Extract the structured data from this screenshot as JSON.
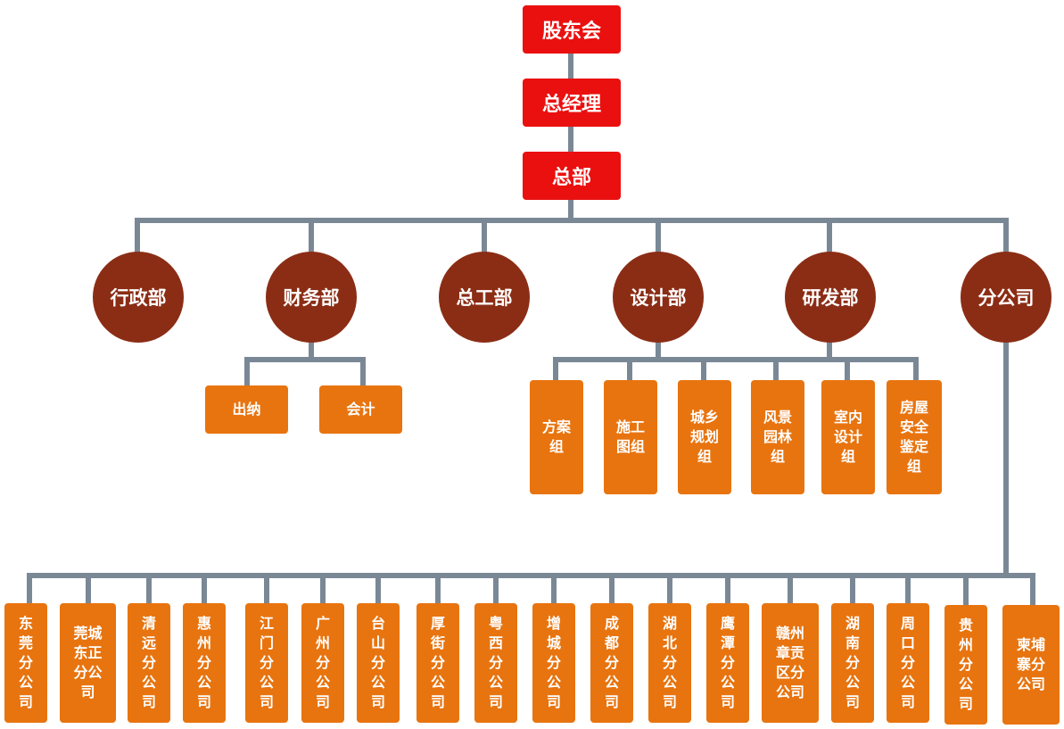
{
  "top": {
    "shareholders": "股东会",
    "general_manager": "总经理",
    "headquarters": "总部"
  },
  "departments": [
    {
      "label": "行政部"
    },
    {
      "label": "财务部"
    },
    {
      "label": "总工部"
    },
    {
      "label": "设计部"
    },
    {
      "label": "研发部"
    },
    {
      "label": "分公司"
    }
  ],
  "finance_units": [
    {
      "label": "出纳"
    },
    {
      "label": "会计"
    }
  ],
  "design_groups": [
    {
      "label": "方案\n组"
    },
    {
      "label": "施工\n图组"
    },
    {
      "label": "城乡\n规划\n组"
    },
    {
      "label": "风景\n园林\n组"
    },
    {
      "label": "室内\n设计\n组"
    },
    {
      "label": "房屋\n安全\n鉴定\n组"
    }
  ],
  "branches": [
    {
      "label": "东\n莞\n分\n公\n司"
    },
    {
      "label": "莞城\n东正\n分公\n司"
    },
    {
      "label": "清\n远\n分\n公\n司"
    },
    {
      "label": "惠\n州\n分\n公\n司"
    },
    {
      "label": "江\n门\n分\n公\n司"
    },
    {
      "label": "广\n州\n分\n公\n司"
    },
    {
      "label": "台\n山\n分\n公\n司"
    },
    {
      "label": "厚\n街\n分\n公\n司"
    },
    {
      "label": "粤\n西\n分\n公\n司"
    },
    {
      "label": "增\n城\n分\n公\n司"
    },
    {
      "label": "成\n都\n分\n公\n司"
    },
    {
      "label": "湖\n北\n分\n公\n司"
    },
    {
      "label": "鹰\n潭\n分\n公\n司"
    },
    {
      "label": "赣州\n章贡\n区分\n公司"
    },
    {
      "label": "湖\n南\n分\n公\n司"
    },
    {
      "label": "周\n口\n分\n公\n司"
    },
    {
      "label": "贵\n州\n分\n公\n司"
    },
    {
      "label": "柬埔\n寨分\n公司"
    }
  ],
  "colors": {
    "top_box": "#ea1010",
    "department_circle": "#8b2d15",
    "unit_box": "#e8740f",
    "connector": "#7a8896"
  }
}
